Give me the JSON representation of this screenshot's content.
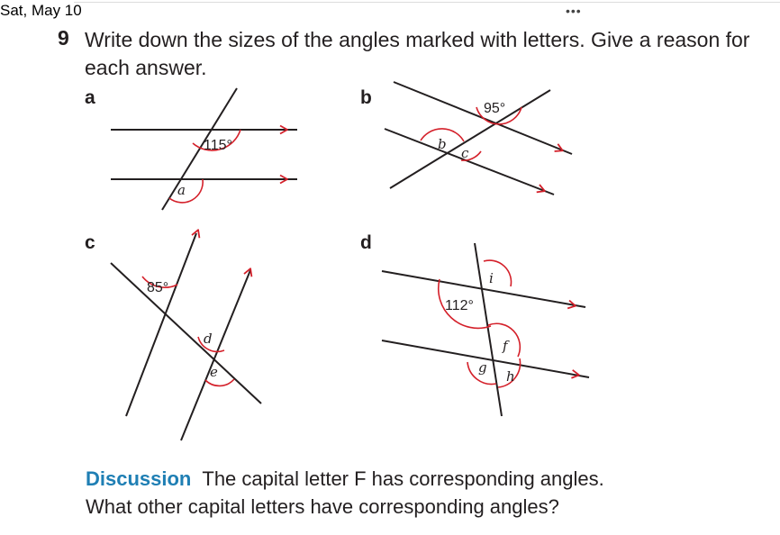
{
  "status": {
    "date": "Sat, May 10",
    "menu_dots": "•••"
  },
  "question": {
    "number": "9",
    "text": "Write down the sizes of the angles marked with letters. Give a reason for each answer."
  },
  "parts": [
    {
      "label": "a",
      "angles": [
        "115°",
        "a"
      ]
    },
    {
      "label": "b",
      "angles": [
        "95°",
        "b",
        "c"
      ]
    },
    {
      "label": "c",
      "angles": [
        "85°",
        "d",
        "e"
      ]
    },
    {
      "label": "d",
      "angles": [
        "i",
        "112°",
        "f",
        "g",
        "h"
      ]
    }
  ],
  "discussion": {
    "label": "Discussion",
    "text": "The capital letter F has corresponding angles.",
    "question": "What other capital letters have corresponding angles?"
  },
  "colors": {
    "arrow": "#d4202a",
    "arc": "#d4202a",
    "line": "#231f20",
    "discussion": "#1f7fb4"
  }
}
